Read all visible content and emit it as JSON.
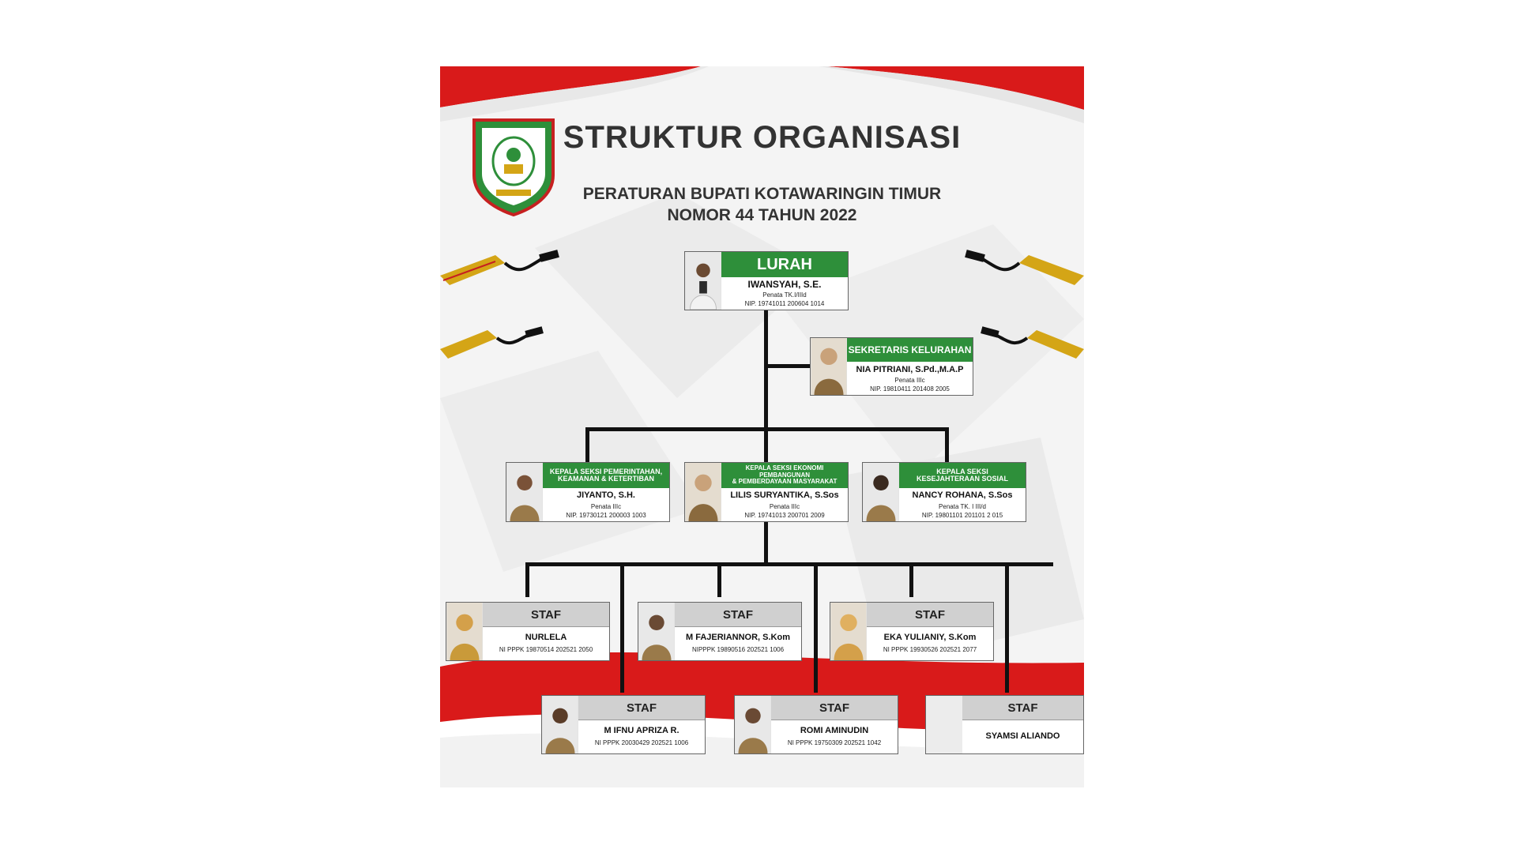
{
  "title": "STRUKTUR ORGANISASI",
  "subtitle_line1": "PERATURAN BUPATI KOTAWARINGIN TIMUR",
  "subtitle_line2": "NOMOR 44 TAHUN 2022",
  "colors": {
    "red": "#d91a1a",
    "green": "#2e8f3a",
    "gray": "#d0d0d0",
    "line": "#111111"
  },
  "icons": [
    "emblem-logo",
    "firework-streamer-icon",
    "person-photo"
  ],
  "lurah": {
    "position": "LURAH",
    "name": "IWANSYAH, S.E.",
    "rank": "Penata TK.I/IIId",
    "nip": "NIP. 19741011 200604 1014"
  },
  "sekretaris": {
    "position": "SEKRETARIS KELURAHAN",
    "name": "NIA PITRIANI, S.Pd.,M.A.P",
    "rank": "Penata IIIc",
    "nip": "NIP. 19810411 201408 2005"
  },
  "kasi": [
    {
      "position_l1": "KEPALA SEKSI PEMERINTAHAN,",
      "position_l2": "KEAMANAN & KETERTIBAN",
      "name": "JIYANTO, S.H.",
      "rank": "Penata IIIc",
      "nip": "NIP. 19730121 200003 1003"
    },
    {
      "position_l1": "KEPALA SEKSI EKONOMI PEMBANGUNAN",
      "position_l2": "& PEMBERDAYAAN MASYARAKAT",
      "name": "LILIS SURYANTIKA, S.Sos",
      "rank": "Penata IIIc",
      "nip": "NIP. 19741013 200701 2009"
    },
    {
      "position_l1": "KEPALA SEKSI",
      "position_l2": "KESEJAHTERAAN SOSIAL",
      "name": "NANCY ROHANA, S.Sos",
      "rank": "Penata TK. I III/d",
      "nip": "NIP. 19801101 201101 2 015"
    }
  ],
  "staf_row1": [
    {
      "position": "STAF",
      "name": "NURLELA",
      "nip": "NI PPPK 19870514 202521 2050"
    },
    {
      "position": "STAF",
      "name": "M FAJERIANNOR, S.Kom",
      "nip": "NIPPPK 19890516 202521 1006"
    },
    {
      "position": "STAF",
      "name": "EKA YULIANIY, S.Kom",
      "nip": "NI PPPK 19930526 202521 2077"
    }
  ],
  "staf_row2": [
    {
      "position": "STAF",
      "name": "M IFNU APRIZA R.",
      "nip": "NI PPPK 20030429 202521 1006"
    },
    {
      "position": "STAF",
      "name": "ROMI AMINUDIN",
      "nip": "NI PPPK 19750309 202521 1042"
    },
    {
      "position": "STAF",
      "name": "SYAMSI ALIANDO",
      "nip": ""
    }
  ]
}
